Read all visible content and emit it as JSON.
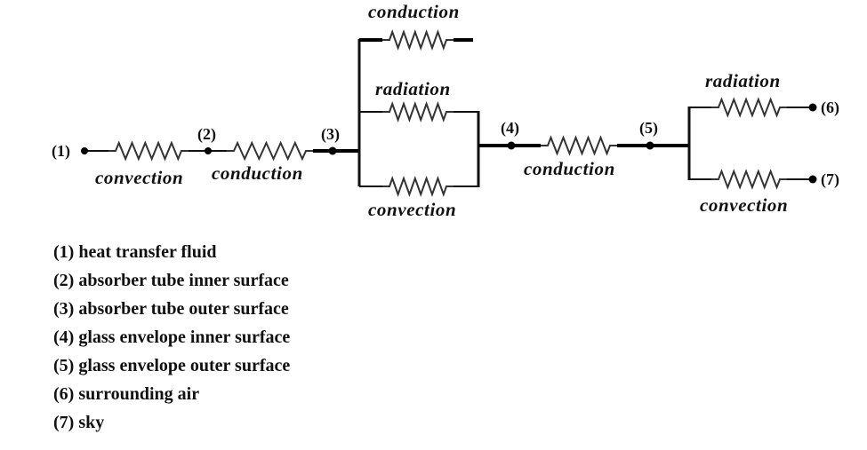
{
  "diagram": {
    "title": "Thermal resistance network",
    "nodes": [
      {
        "id": "1",
        "label": "(1)"
      },
      {
        "id": "2",
        "label": "(2)"
      },
      {
        "id": "3",
        "label": "(3)"
      },
      {
        "id": "4",
        "label": "(4)"
      },
      {
        "id": "5",
        "label": "(5)"
      },
      {
        "id": "6",
        "label": "(6)"
      },
      {
        "id": "7",
        "label": "(7)"
      }
    ],
    "resistors": [
      {
        "id": "r12",
        "from": "1",
        "to": "2",
        "label": "convection"
      },
      {
        "id": "r23",
        "from": "2",
        "to": "3",
        "label": "conduction"
      },
      {
        "id": "r3_cond",
        "from": "3",
        "to": "open",
        "label": "conduction"
      },
      {
        "id": "r34_rad",
        "from": "3",
        "to": "4",
        "label": "radiation"
      },
      {
        "id": "r34_conv",
        "from": "3",
        "to": "4",
        "label": "convection"
      },
      {
        "id": "r45",
        "from": "4",
        "to": "5",
        "label": "conduction"
      },
      {
        "id": "r56",
        "from": "5",
        "to": "6",
        "label": "radiation"
      },
      {
        "id": "r57",
        "from": "5",
        "to": "7",
        "label": "convection"
      }
    ]
  },
  "legend": [
    "(1) heat transfer fluid",
    "(2) absorber tube inner surface",
    "(3) absorber tube outer surface",
    "(4) glass envelope inner surface",
    "(5) glass envelope outer surface",
    "(6) surrounding air",
    "(7) sky"
  ]
}
